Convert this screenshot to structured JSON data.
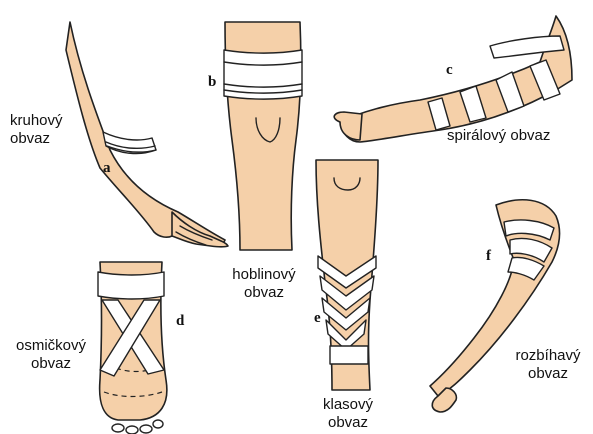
{
  "figures": [
    {
      "key": "a",
      "letter": "a",
      "label_line1": "kruhový",
      "label_line2": "obvaz"
    },
    {
      "key": "b",
      "letter": "b",
      "label_line1": "hoblinový",
      "label_line2": "obvaz"
    },
    {
      "key": "c",
      "letter": "c",
      "label_line1": "spirálový obvaz",
      "label_line2": ""
    },
    {
      "key": "d",
      "letter": "d",
      "label_line1": "osmičkový",
      "label_line2": "obvaz"
    },
    {
      "key": "e",
      "letter": "e",
      "label_line1": "klasový",
      "label_line2": "obvaz"
    },
    {
      "key": "f",
      "letter": "f",
      "label_line1": "rozbíhavý",
      "label_line2": "obvaz"
    }
  ],
  "colors": {
    "skin": "#f5d0a9",
    "bandage": "#ffffff",
    "outline": "#222222"
  }
}
